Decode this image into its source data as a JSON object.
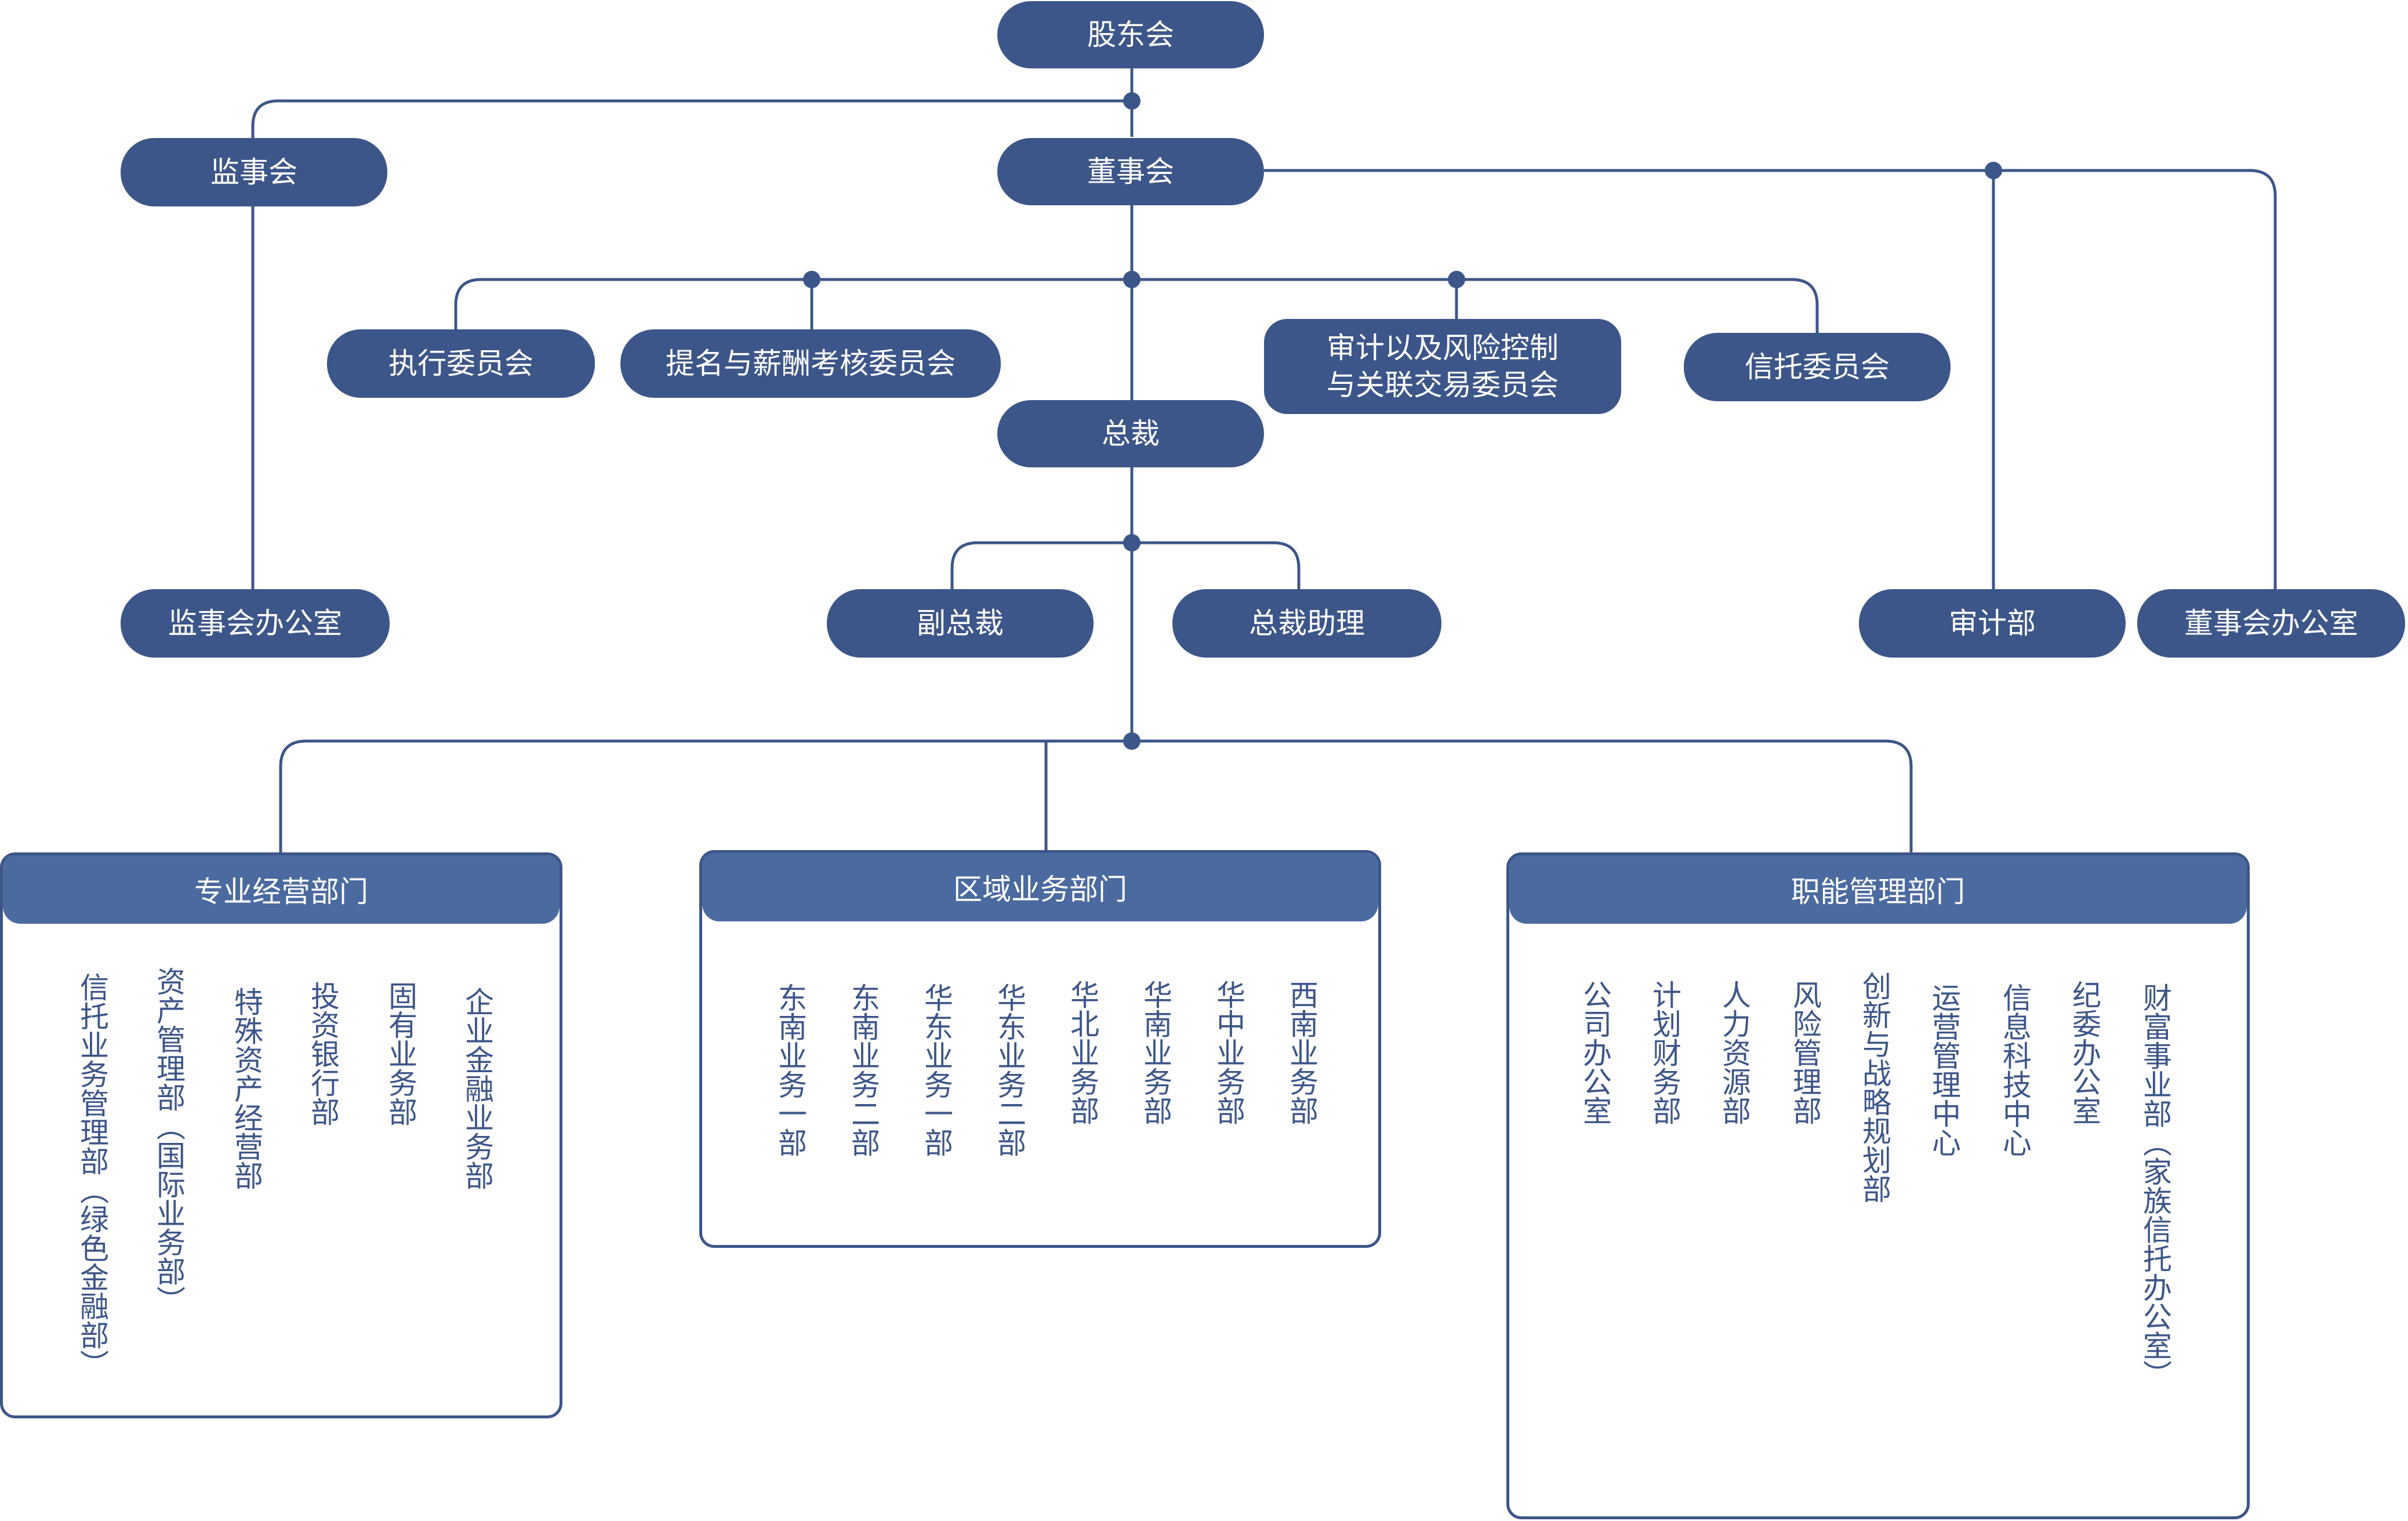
{
  "colors": {
    "node": "#3d5689",
    "header": "#4b6aa0",
    "line": "#3d5689",
    "text_on_node": "#ffffff",
    "dept_text": "#3d5689"
  },
  "nodes": {
    "shareholders": "股东会",
    "supervisors": "监事会",
    "board": "董事会",
    "exec_committee": "执行委员会",
    "nomination_committee": "提名与薪酬考核委员会",
    "audit_committee_line1": "审计以及风险控制",
    "audit_committee_line2": "与关联交易委员会",
    "trust_committee": "信托委员会",
    "president": "总裁",
    "supervisors_office": "监事会办公室",
    "vice_president": "副总裁",
    "president_assistant": "总裁助理",
    "audit_dept": "审计部",
    "board_office": "董事会办公室"
  },
  "departments": [
    {
      "title": "专业经营部门",
      "items": [
        "信托业务管理部（绿色金融部）",
        "资产管理部（国际业务部）",
        "特殊资产经营部",
        "投资银行部",
        "固有业务部",
        "企业金融业务部"
      ]
    },
    {
      "title": "区域业务部门",
      "items": [
        "东南业务一部",
        "东南业务二部",
        "华东业务一部",
        "华东业务二部",
        "华北业务部",
        "华南业务部",
        "华中业务部",
        "西南业务部"
      ]
    },
    {
      "title": "职能管理部门",
      "items": [
        "公司办公室",
        "计划财务部",
        "人力资源部",
        "风险管理部",
        "创新与战略规划部",
        "运营管理中心",
        "信息科技中心",
        "纪委办公室",
        "财富事业部（家族信托办公室）"
      ]
    }
  ]
}
